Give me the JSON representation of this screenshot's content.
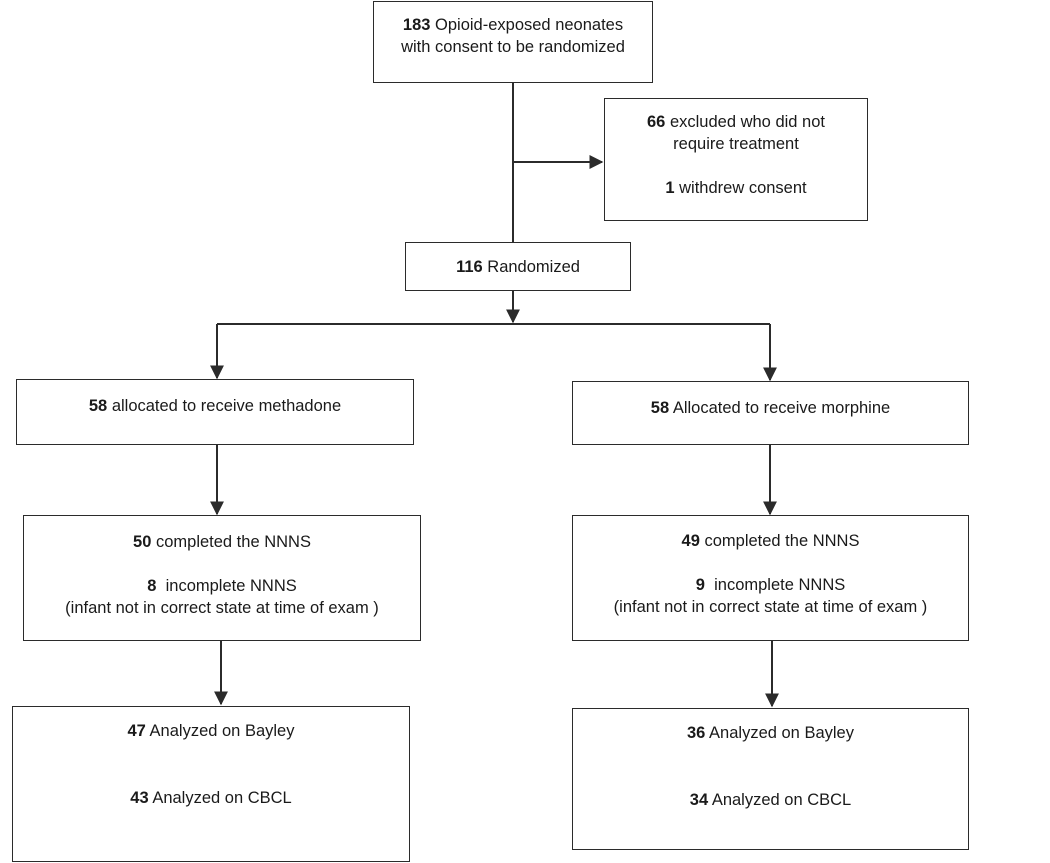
{
  "enrolled": {
    "count": "183",
    "line1": "Opioid-exposed neonates",
    "line2": "with consent to be randomized"
  },
  "excluded": {
    "count1": "66",
    "text1a": "excluded who did not",
    "text1b": "require treatment",
    "count2": "1",
    "text2": "withdrew consent"
  },
  "randomized": {
    "count": "116",
    "text": "Randomized"
  },
  "arms": {
    "methadone": {
      "allocated": {
        "count": "58",
        "text": "allocated to receive methadone"
      },
      "nnns": {
        "count": "50",
        "text": "completed the NNNS",
        "incomplete_count": "8",
        "incomplete_text": "incomplete NNNS",
        "reason": "(infant not in correct state at time of exam )"
      },
      "analyzed": {
        "bayley_count": "47",
        "bayley_text": "Analyzed on Bayley",
        "cbcl_count": "43",
        "cbcl_text": "Analyzed on CBCL"
      }
    },
    "morphine": {
      "allocated": {
        "count": "58",
        "text": "Allocated to receive morphine"
      },
      "nnns": {
        "count": "49",
        "text": "completed the NNNS",
        "incomplete_count": "9",
        "incomplete_text": "incomplete NNNS",
        "reason": "(infant not in correct state at time of exam )"
      },
      "analyzed": {
        "bayley_count": "36",
        "bayley_text": "Analyzed on Bayley",
        "cbcl_count": "34",
        "cbcl_text": "Analyzed on CBCL"
      }
    }
  }
}
